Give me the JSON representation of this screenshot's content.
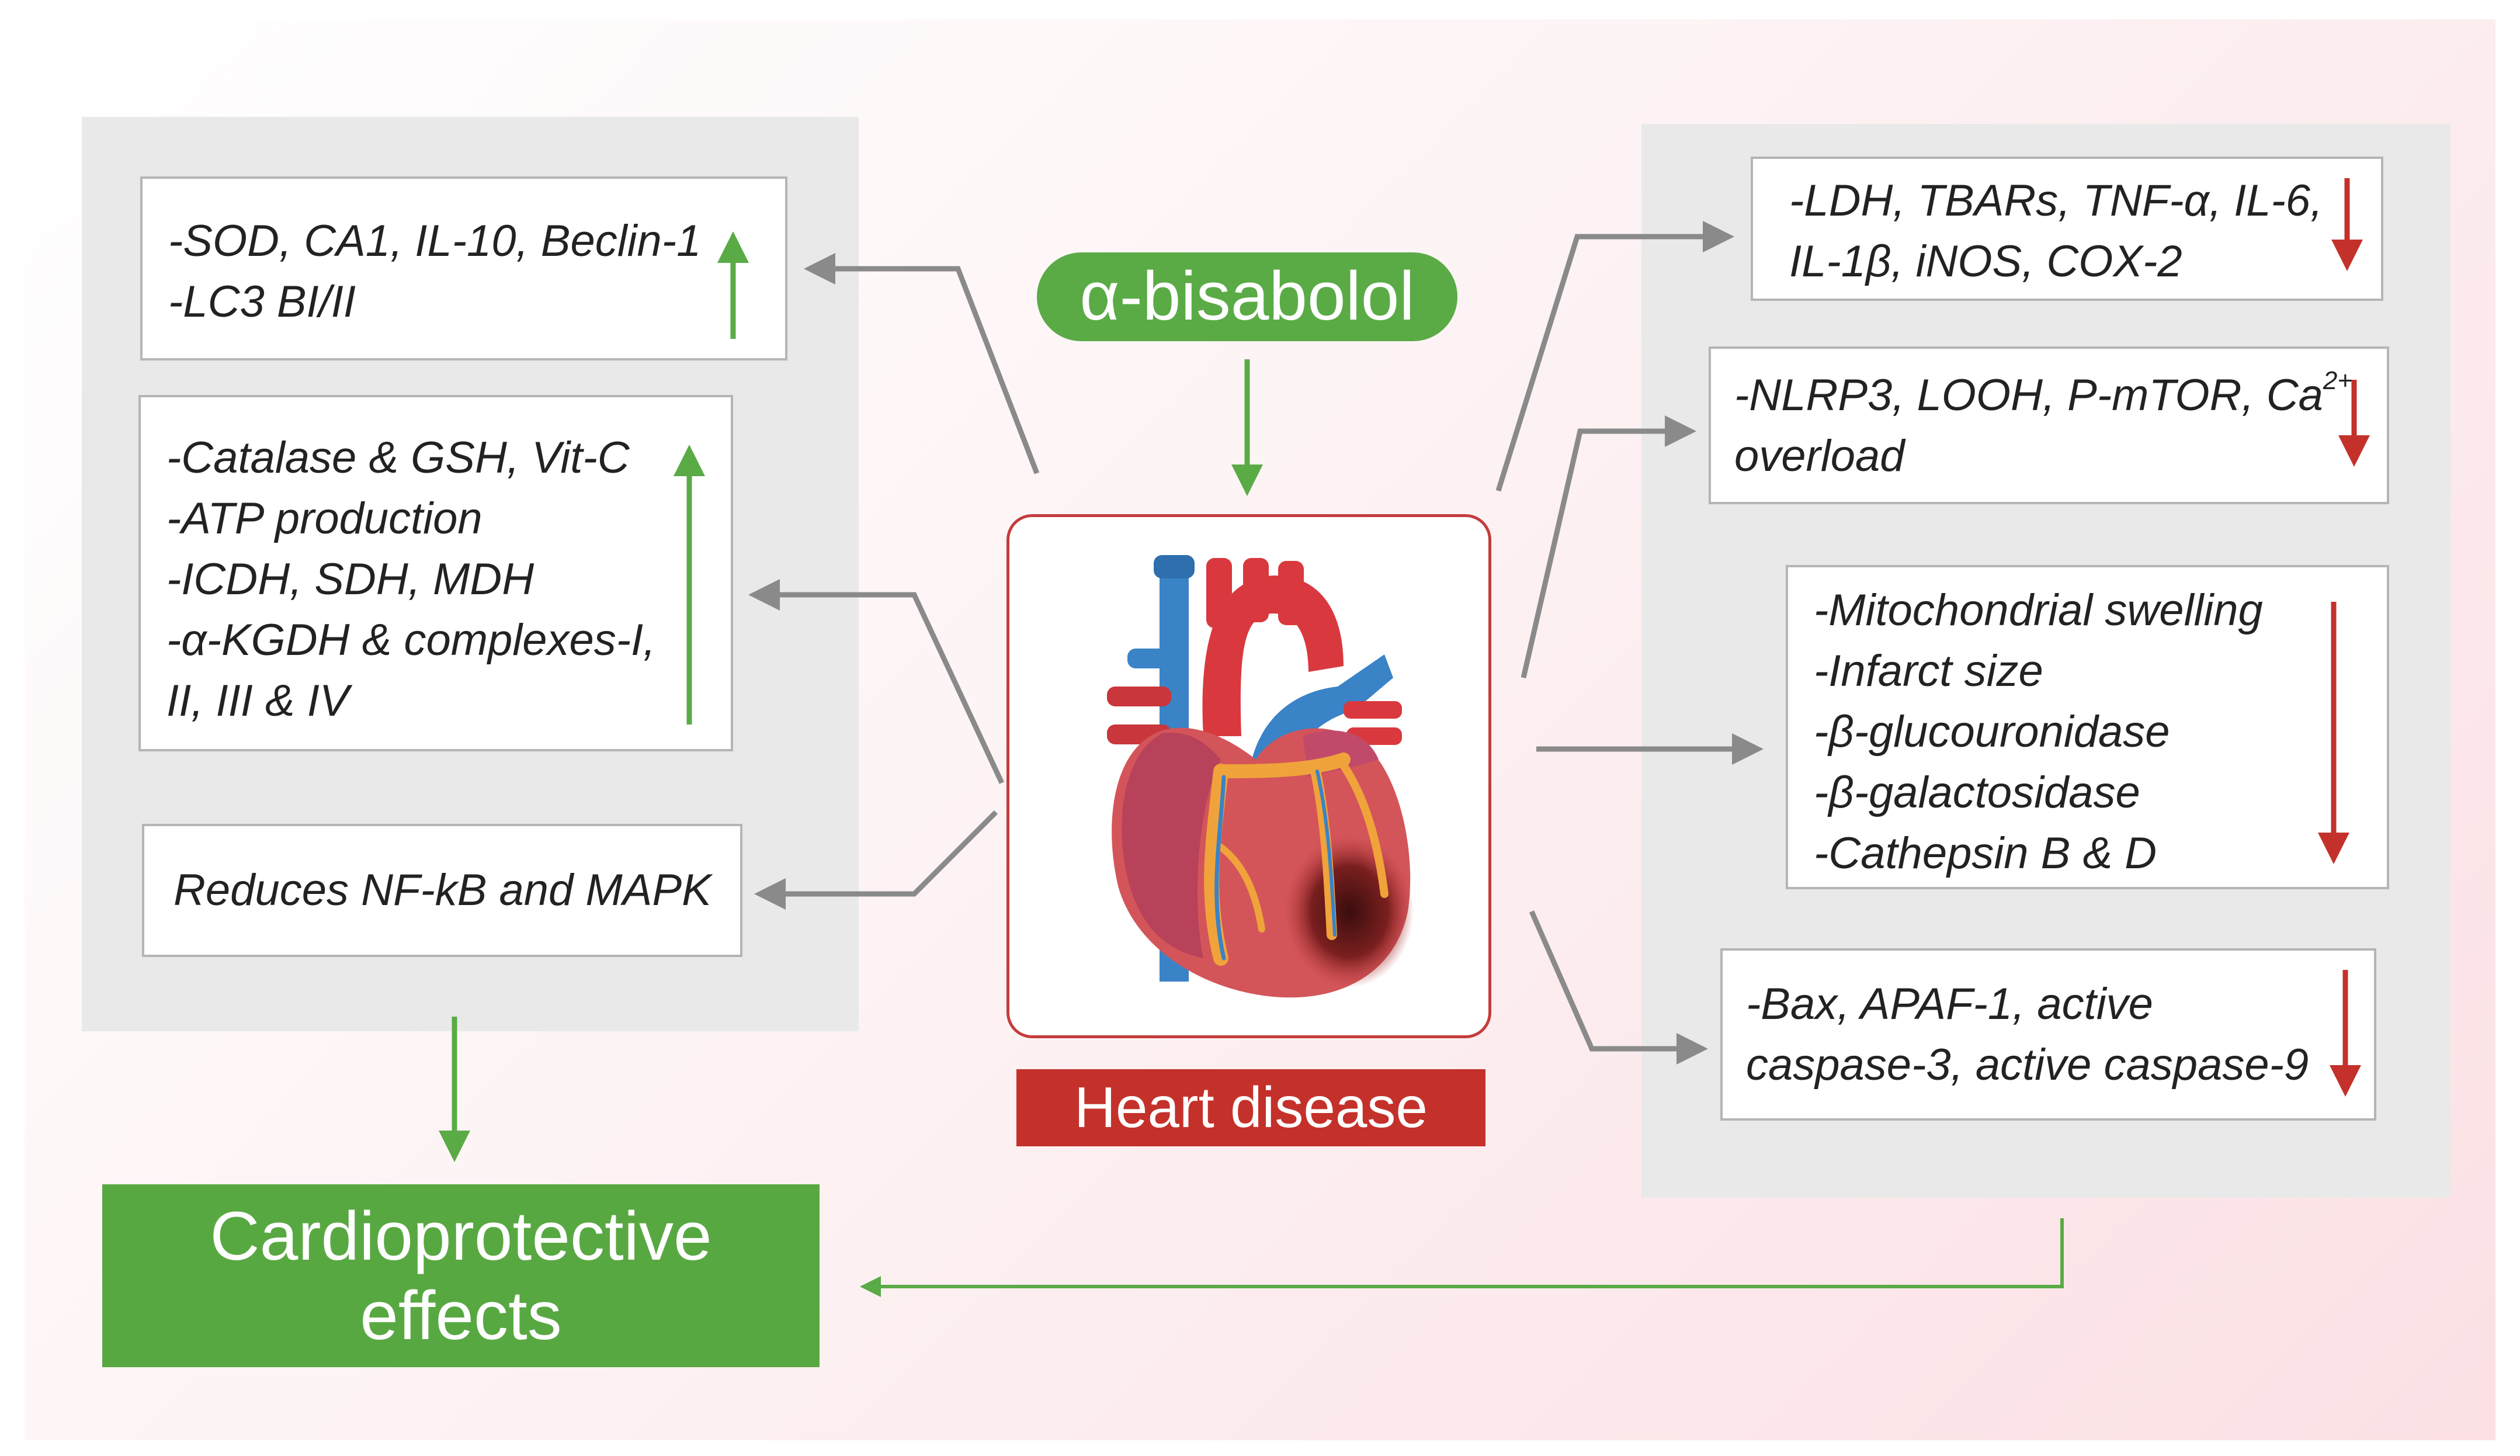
{
  "center": {
    "compound": "α-bisabolol",
    "disease": "Heart disease"
  },
  "outcome": {
    "line1": "Cardioprotective",
    "line2": "effects"
  },
  "left_boxes": [
    {
      "lines": [
        "-SOD, CA1, IL-10, Beclin-1",
        "-LC3 BI/II"
      ],
      "direction": "up"
    },
    {
      "lines": [
        "-Catalase & GSH, Vit-C",
        "-ATP production",
        "-ICDH, SDH, MDH",
        "-α-KGDH & complexes-I,",
        "II, III & IV"
      ],
      "direction": "up"
    },
    {
      "lines": [
        "Reduces NF-kB and MAPK"
      ],
      "direction": "none"
    }
  ],
  "right_boxes": [
    {
      "lines": [
        "-LDH, TBARs, TNF-α, IL-6,",
        "IL-1β, iNOS, COX-2"
      ],
      "direction": "down"
    },
    {
      "line1_main": "-NLRP3, LOOH, P-mTOR, Ca",
      "line1_sup": "2+",
      "line2": "overload",
      "direction": "down"
    },
    {
      "lines": [
        "-Mitochondrial swelling",
        "-Infarct size",
        "-β-glucouronidase",
        "-β-galactosidase",
        "-Cathepsin B & D"
      ],
      "direction": "down"
    },
    {
      "lines": [
        "-Bax, APAF-1, active",
        "caspase-3, active caspase-9"
      ],
      "direction": "down"
    }
  ],
  "colors": {
    "green": "#5aab46",
    "red": "#c4312b",
    "gray_arrow": "#8a8a8a",
    "panel": "#e9e9e9"
  },
  "icons": {
    "heart": "anatomical-heart-icon"
  }
}
